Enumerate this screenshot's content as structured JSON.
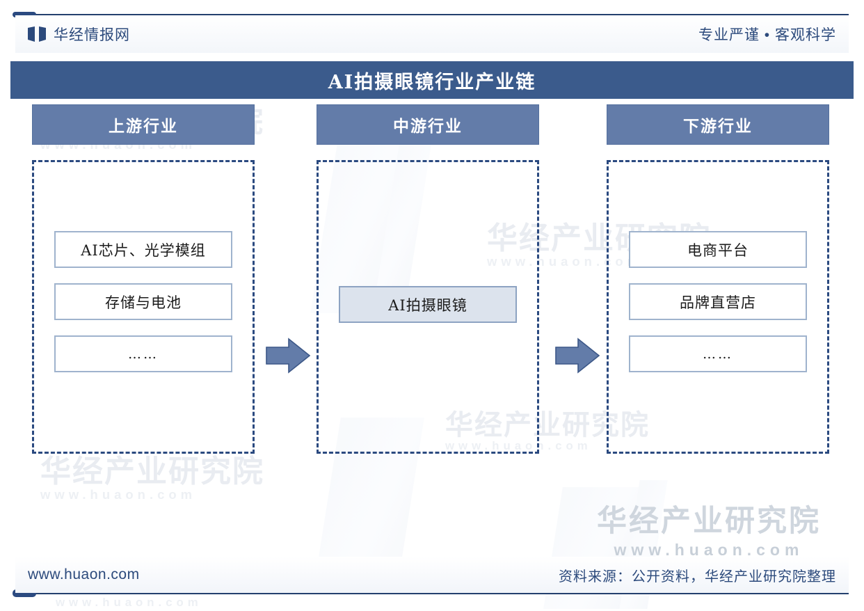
{
  "brand": {
    "logo_icon": "book-logo-icon",
    "name": "华经情报网",
    "tagline": "专业严谨 • 客观科学"
  },
  "title": "AI拍摄眼镜行业产业链",
  "colors": {
    "title_bar": "#3b5b8c",
    "column_header": "#637ca9",
    "dashed_border": "#2b4a80",
    "arrow_fill": "#637ca9",
    "brand_text": "#2c4a7c",
    "box_border": "#9fb3cd",
    "highlight_box_fill": "#dce3ed"
  },
  "chart_data": {
    "type": "diagram",
    "title": "AI拍摄眼镜行业产业链",
    "columns": [
      {
        "header": "上游行业",
        "items": [
          {
            "label": "AI芯片、光学模组",
            "highlight": false
          },
          {
            "label": "存储与电池",
            "highlight": false
          },
          {
            "label": "……",
            "highlight": false
          }
        ]
      },
      {
        "header": "中游行业",
        "items": [
          {
            "label": "AI拍摄眼镜",
            "highlight": true
          }
        ]
      },
      {
        "header": "下游行业",
        "items": [
          {
            "label": "电商平台",
            "highlight": false
          },
          {
            "label": "品牌直营店",
            "highlight": false
          },
          {
            "label": "……",
            "highlight": false
          }
        ]
      }
    ],
    "connectors": [
      {
        "from": "上游行业",
        "to": "中游行业",
        "style": "block-arrow-right"
      },
      {
        "from": "中游行业",
        "to": "下游行业",
        "style": "block-arrow-right"
      }
    ]
  },
  "watermarks": {
    "company": "华经产业研究院",
    "url": "www.huaon.com"
  },
  "footer": {
    "url": "www.huaon.com",
    "source": "资料来源：公开资料，华经产业研究院整理"
  }
}
